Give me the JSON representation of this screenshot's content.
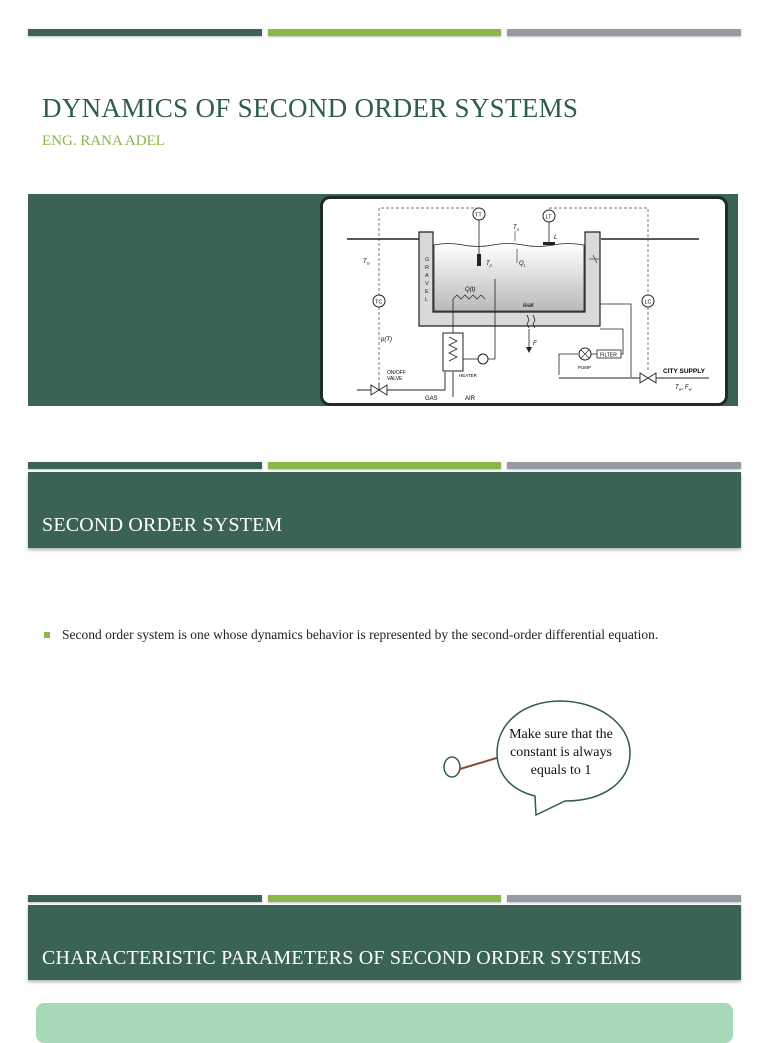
{
  "slide1": {
    "title": "DYNAMICS OF SECOND ORDER SYSTEMS",
    "subtitle": "ENG. RANA ADEL",
    "diagram": {
      "labels": {
        "tt": "TT",
        "lt": "LT",
        "tc": "TC",
        "lc": "LC",
        "gravel": [
          "G",
          "R",
          "A",
          "V",
          "E",
          "L"
        ],
        "ta": "T",
        "ta_sub": "a",
        "l": "L",
        "tg": "T",
        "tg_sub": "G",
        "tp": "T",
        "tp_sub": "p",
        "ql": "Q",
        "ql_sub": "L",
        "qt": "Q(t)",
        "leak": "leak",
        "f": "F",
        "pt": "p(T)",
        "onoff_1": "ON/OFF",
        "onoff_2": "VALVE",
        "heater": "HEATER",
        "gas": "GAS",
        "air": "AIR",
        "pump": "PUMP",
        "filter": "FILTER",
        "city_supply": "CITY SUPPLY",
        "tw_fw": "T",
        "tw_sub": "w",
        "fw": ", F",
        "fw_sub": "w"
      }
    }
  },
  "slide2": {
    "heading": "SECOND ORDER SYSTEM",
    "bullet": "Second order system is one whose dynamics behavior is represented by the second-order differential equation.",
    "callout": "Make sure that the constant is always equals to 1"
  },
  "slide3": {
    "heading": "CHARACTERISTIC PARAMETERS OF SECOND ORDER SYSTEMS"
  },
  "colors": {
    "dark_green": "#3a6355",
    "light_green": "#8bb64a",
    "gray": "#959aa3",
    "title_green": "#2f5c50"
  }
}
